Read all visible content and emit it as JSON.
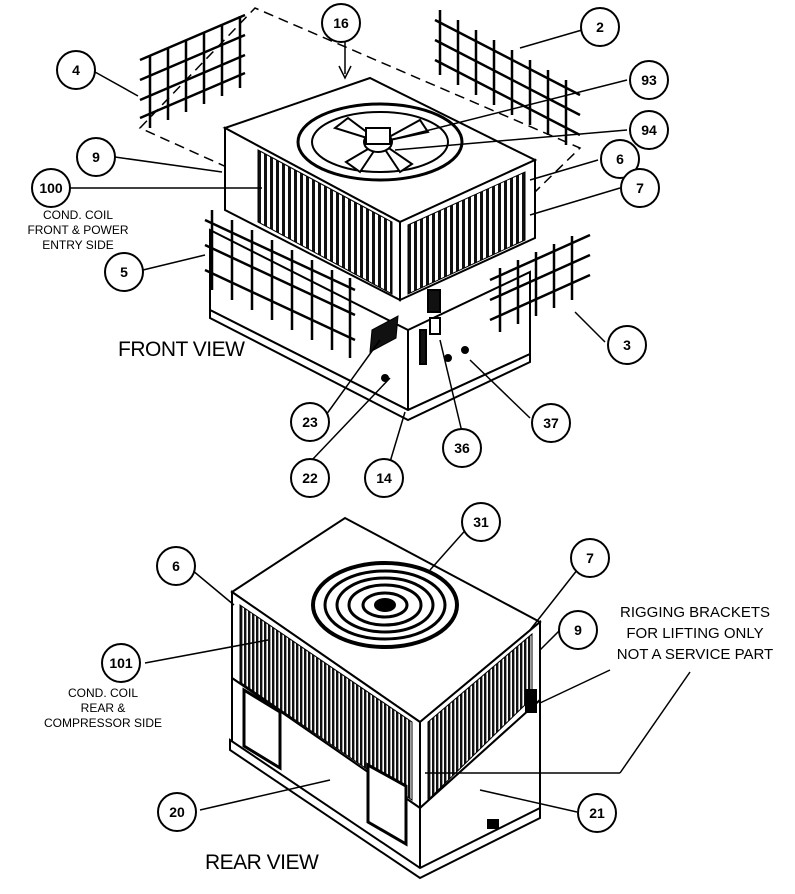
{
  "callouts": [
    {
      "id": "c16",
      "label": "16"
    },
    {
      "id": "c2",
      "label": "2"
    },
    {
      "id": "c4",
      "label": "4"
    },
    {
      "id": "c93",
      "label": "93"
    },
    {
      "id": "c94",
      "label": "94"
    },
    {
      "id": "c9a",
      "label": "9"
    },
    {
      "id": "c6a",
      "label": "6"
    },
    {
      "id": "c100",
      "label": "100"
    },
    {
      "id": "c7a",
      "label": "7"
    },
    {
      "id": "c5",
      "label": "5"
    },
    {
      "id": "c3",
      "label": "3"
    },
    {
      "id": "c23",
      "label": "23"
    },
    {
      "id": "c37",
      "label": "37"
    },
    {
      "id": "c36",
      "label": "36"
    },
    {
      "id": "c22",
      "label": "22"
    },
    {
      "id": "c14",
      "label": "14"
    },
    {
      "id": "c31",
      "label": "31"
    },
    {
      "id": "c6b",
      "label": "6"
    },
    {
      "id": "c7b",
      "label": "7"
    },
    {
      "id": "c9b",
      "label": "9"
    },
    {
      "id": "c101",
      "label": "101"
    },
    {
      "id": "c20",
      "label": "20"
    },
    {
      "id": "c21",
      "label": "21"
    }
  ],
  "captions": {
    "front_coil": [
      "COND. COIL",
      "FRONT & POWER",
      "ENTRY SIDE"
    ],
    "rear_coil": [
      "COND. COIL",
      "REAR &",
      "COMPRESSOR SIDE"
    ],
    "rigging_note": [
      "RIGGING BRACKETS",
      "FOR LIFTING ONLY",
      "NOT A SERVICE PART"
    ]
  },
  "views": {
    "front": "FRONT VIEW",
    "rear": "REAR VIEW"
  }
}
